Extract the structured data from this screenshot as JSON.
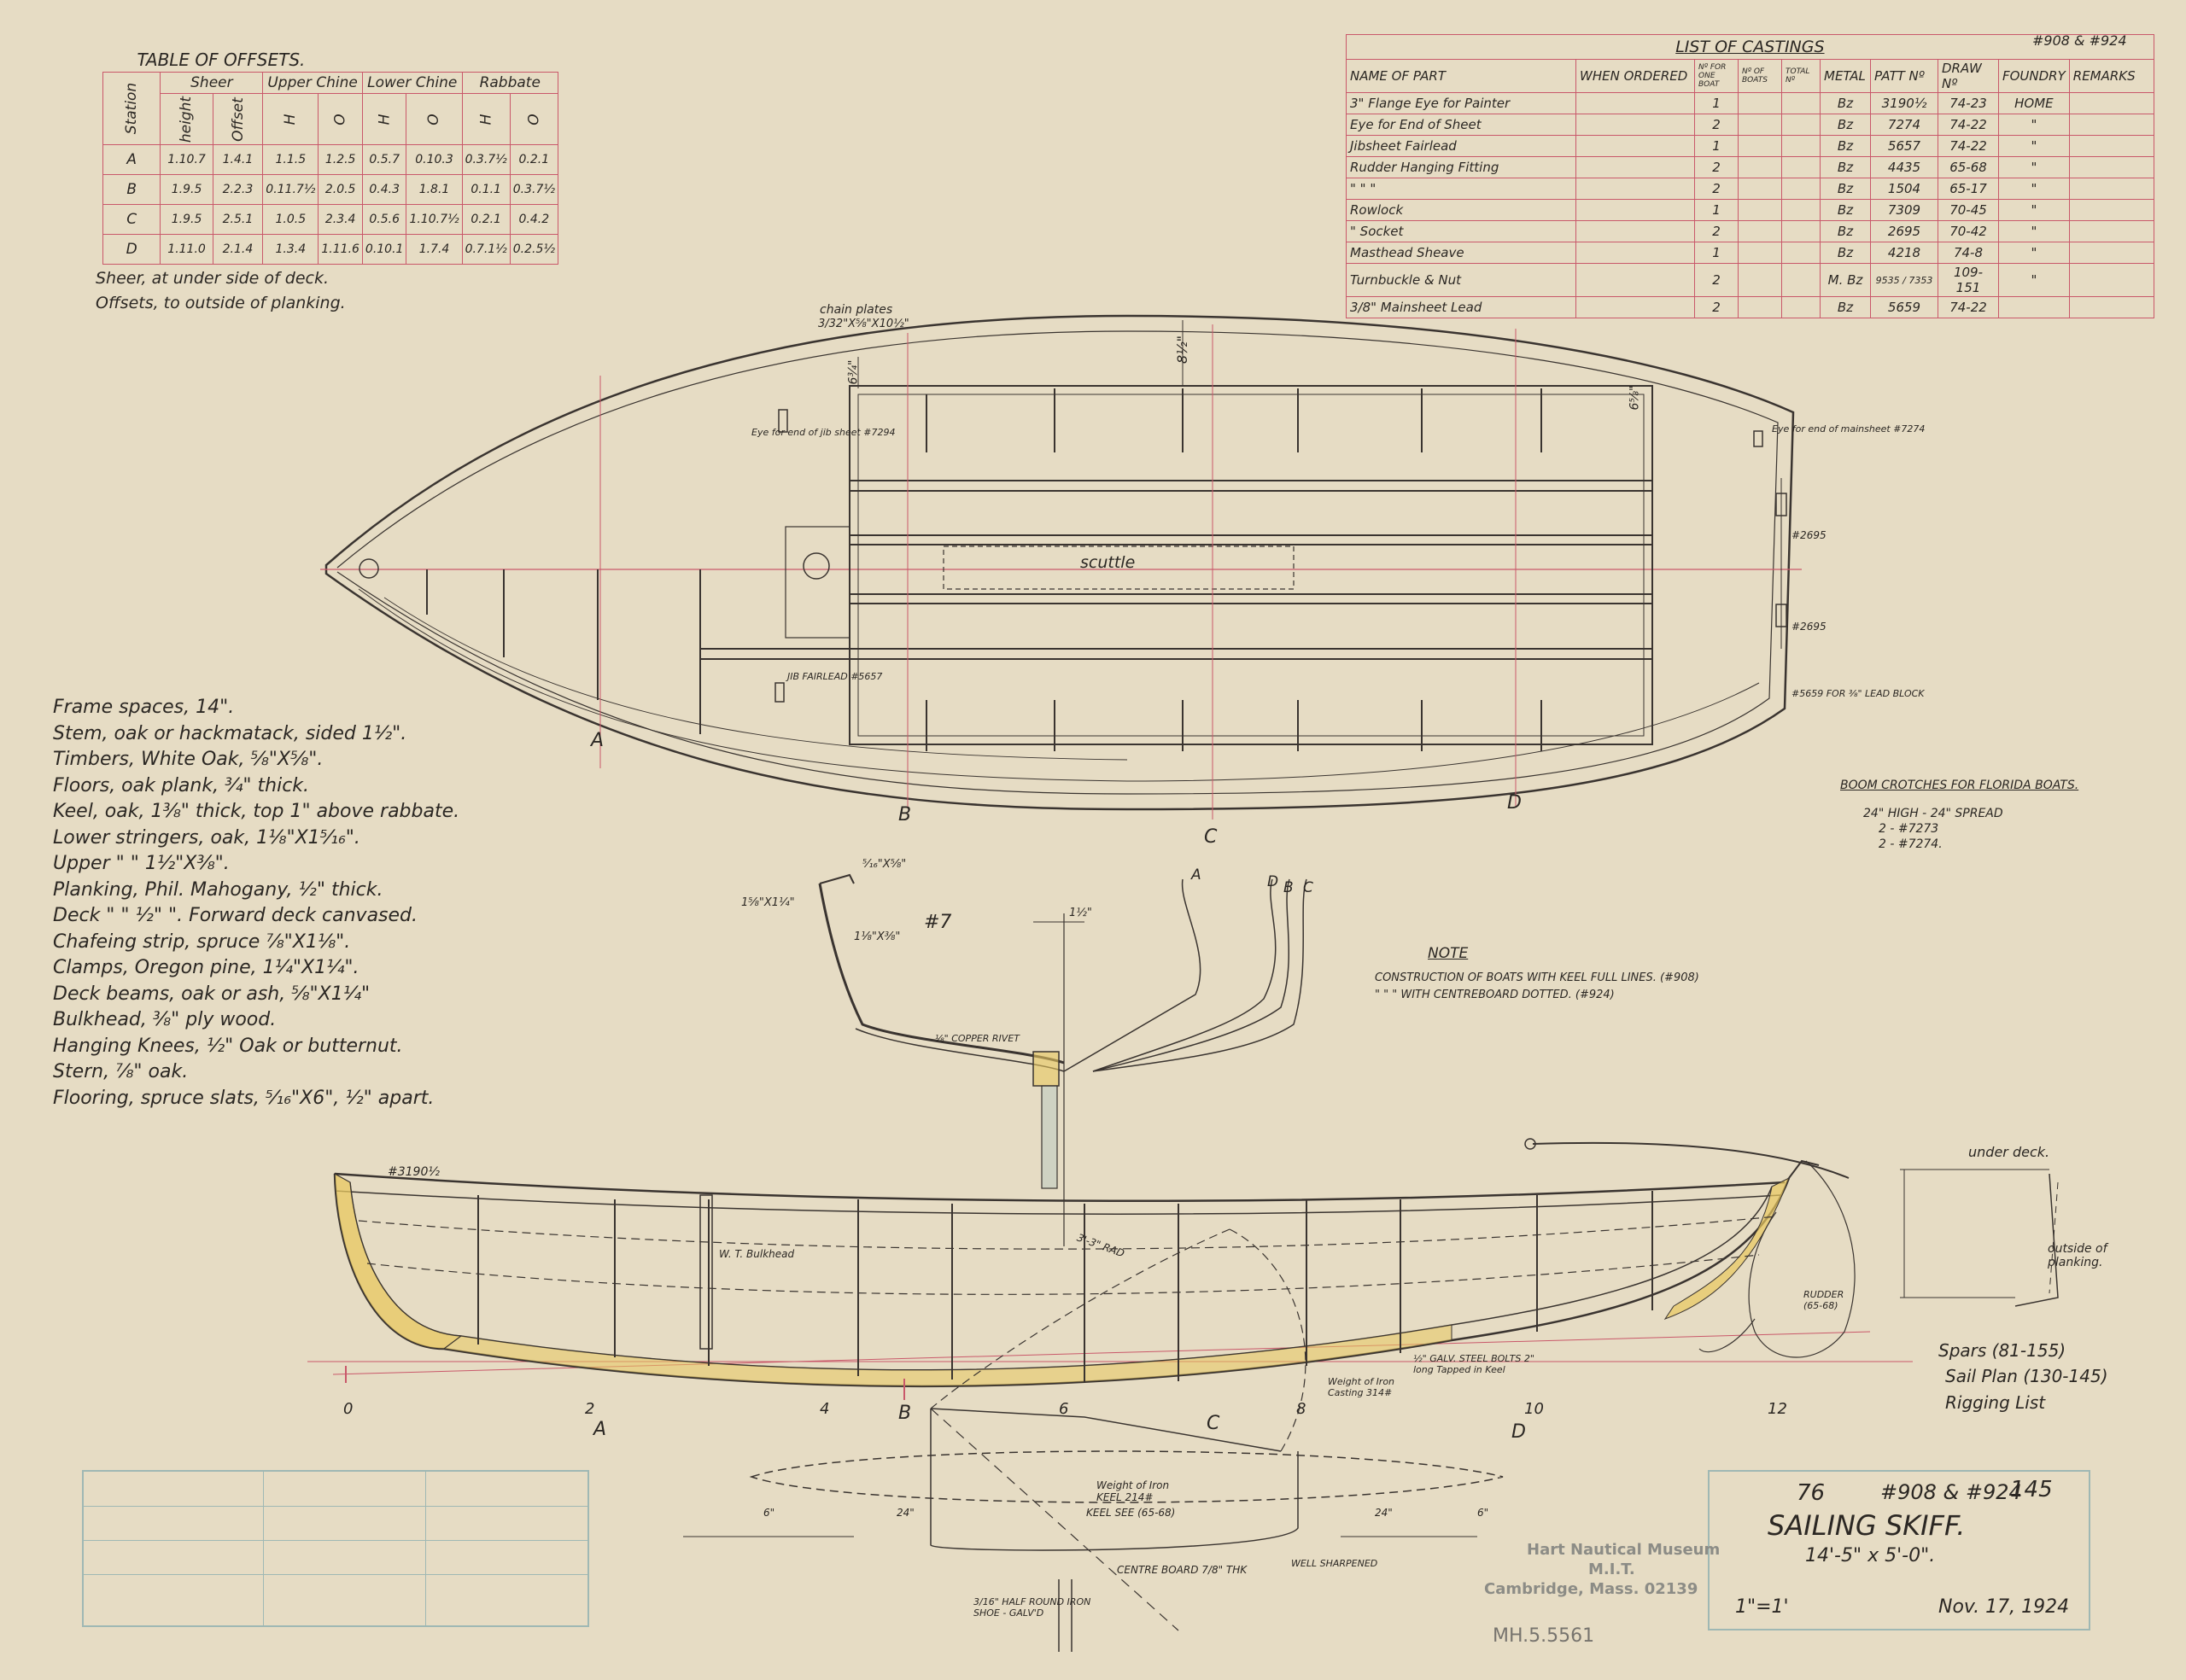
{
  "offsets_table": {
    "title": "TABLE OF OFFSETS.",
    "headers": {
      "station": "Station",
      "sheer": "Sheer",
      "upper_chine": "Upper Chine",
      "lower_chine": "Lower Chine",
      "rabbate": "Rabbate",
      "height": "height",
      "offset": "Offset",
      "h": "H",
      "o": "O"
    },
    "rows": [
      {
        "station": "A",
        "cells": [
          "1.10.7",
          "1.4.1",
          "1.1.5",
          "1.2.5",
          "0.5.7",
          "0.10.3",
          "0.3.7½",
          "0.2.1"
        ]
      },
      {
        "station": "B",
        "cells": [
          "1.9.5",
          "2.2.3",
          "0.11.7½",
          "2.0.5",
          "0.4.3",
          "1.8.1",
          "0.1.1",
          "0.3.7½"
        ]
      },
      {
        "station": "C",
        "cells": [
          "1.9.5",
          "2.5.1",
          "1.0.5",
          "2.3.4",
          "0.5.6",
          "1.10.7½",
          "0.2.1",
          "0.4.2"
        ]
      },
      {
        "station": "D",
        "cells": [
          "1.11.0",
          "2.1.4",
          "1.3.4",
          "1.11.6",
          "0.10.1",
          "1.7.4",
          "0.7.1½",
          "0.2.5½"
        ]
      }
    ],
    "notes": [
      "Sheer, at under side of deck.",
      "Offsets, to outside of planking."
    ]
  },
  "castings_table": {
    "corner": "#908 & #924",
    "title": "LIST OF CASTINGS",
    "headers": [
      "NAME OF PART",
      "WHEN ORDERED",
      "Nº FOR ONE BOAT",
      "Nº OF BOATS",
      "TOTAL Nº",
      "METAL",
      "PATT Nº",
      "DRAW Nº",
      "FOUNDRY",
      "REMARKS"
    ],
    "rows": [
      [
        "3\" Flange Eye for Painter",
        "",
        "1",
        "",
        "",
        "Bz",
        "3190½",
        "74-23",
        "HOME",
        ""
      ],
      [
        "Eye for End of Sheet",
        "",
        "2",
        "",
        "",
        "Bz",
        "7274",
        "74-22",
        "\"",
        ""
      ],
      [
        "Jibsheet Fairlead",
        "",
        "1",
        "",
        "",
        "Bz",
        "5657",
        "74-22",
        "\"",
        ""
      ],
      [
        "Rudder Hanging Fitting",
        "",
        "2",
        "",
        "",
        "Bz",
        "4435",
        "65-68",
        "\"",
        ""
      ],
      [
        "\"   \"   \"",
        "",
        "2",
        "",
        "",
        "Bz",
        "1504",
        "65-17",
        "\"",
        ""
      ],
      [
        "Rowlock",
        "",
        "1",
        "",
        "",
        "Bz",
        "7309",
        "70-45",
        "\"",
        ""
      ],
      [
        "\"   Socket",
        "",
        "2",
        "",
        "",
        "Bz",
        "2695",
        "70-42",
        "\"",
        ""
      ],
      [
        "Masthead Sheave",
        "",
        "1",
        "",
        "",
        "Bz",
        "4218",
        "74-8",
        "\"",
        ""
      ],
      [
        "Turnbuckle & Nut",
        "",
        "2",
        "",
        "",
        "M. Bz",
        "9535 / 7353",
        "109-151",
        "\"",
        ""
      ],
      [
        "3/8\" Mainsheet Lead",
        "",
        "2",
        "",
        "",
        "Bz",
        "5659",
        "74-22",
        "",
        ""
      ]
    ]
  },
  "specs": [
    "Frame spaces, 14\".",
    "Stem, oak or hackmatack, sided 1½\".",
    "Timbers, White Oak, ⅝\"X⅝\".",
    "Floors, oak plank, ¾\" thick.",
    "Keel, oak, 1⅜\" thick, top 1\" above rabbate.",
    "Lower stringers, oak, 1⅛\"X1⁵⁄₁₆\".",
    "Upper \" \" 1½\"X⅜\".",
    "Planking, Phil. Mahogany, ½\" thick.",
    "Deck \" \" ½\" \". Forward deck canvased.",
    "Chafeing strip, spruce ⅞\"X1⅛\".",
    "Clamps, Oregon pine, 1¼\"X1¼\".",
    "Deck beams, oak or ash, ⅝\"X1¼\"",
    "Bulkhead, ⅜\" ply wood.",
    "Hanging Knees, ½\" Oak or butternut.",
    "Stern, ⅞\" oak.",
    "Flooring, spruce slats, ⁵⁄₁₆\"X6\", ½\" apart."
  ],
  "plan_view": {
    "scuttle": "scuttle",
    "chain_plates": "chain plates",
    "chain_plates_size": "3/32\"X⅝\"X10½\"",
    "eye_jib": "Eye for end of jib sheet #7294",
    "jib_fairlead": "JIB FAIRLEAD #5657",
    "eye_main": "Eye for end of mainsheet #7274",
    "socket_1": "#2695",
    "socket_2": "#2695",
    "lead_block": "#5659 FOR ⅜\" LEAD BLOCK",
    "station_A": "A",
    "station_B": "B",
    "station_C": "C",
    "station_D": "D",
    "dim_beam": "8½\"",
    "dim_fwd": "6¾\"",
    "dim_aft": "6⅝\""
  },
  "boom_crotches": {
    "title": "BOOM CROTCHES FOR FLORIDA BOATS.",
    "line1": "24\" HIGH - 24\" SPREAD",
    "line2": "2 - #7273",
    "line3": "2 - #7274."
  },
  "section": {
    "number": "#7",
    "dim1": "1⅝\"X1¼\"",
    "dim2": "⁵⁄₁₆\"X⅝\"",
    "dim3": "1⅛\"X⅜\"",
    "copper_rivet": "⅛\" COPPER RIVET",
    "dim_keel": "1½\"",
    "body_A": "A",
    "body_B": "B",
    "body_C": "C",
    "body_D": "D"
  },
  "note": {
    "title": "NOTE",
    "line1": "CONSTRUCTION OF BOATS WITH KEEL FULL LINES. (#908)",
    "line2": "\" \" \" WITH CENTREBOARD DOTTED. (#924)"
  },
  "profile": {
    "flange_eye": "#3190½",
    "wt_bulkhead": "W. T. Bulkhead",
    "stations": [
      "0",
      "2",
      "4",
      "6",
      "8",
      "10",
      "12"
    ],
    "station_letters": [
      "A",
      "B",
      "C",
      "D"
    ],
    "galv_bolts": "½\" GALV. STEEL BOLTS 2\" long Tapped in Keel",
    "weight_iron": "Weight of Iron Casting 314#",
    "rudder": "RUDDER (65-68)",
    "keel_weight": "Weight of Iron KEEL 214#",
    "keel_see": "KEEL SEE (65-68)",
    "centre_board": "CENTRE BOARD 7/8\" THK",
    "well_sharpened": "WELL SHARPENED",
    "iron_shoe": "3/16\" HALF ROUND IRON SHOE - GALV'D",
    "under_deck": "under deck.",
    "outside_planking": "outside of planking.",
    "dim_rake": "3'-3\" RAD",
    "dim_6": "6\"",
    "dim_24a": "24\"",
    "dim_24b": "24\"",
    "dim_6b": "6\""
  },
  "references": {
    "spars": "Spars (81-155)",
    "sail_plan": "Sail Plan (130-145)",
    "rigging": "Rigging List"
  },
  "title_block": {
    "drawer_no": "76",
    "boat_numbers": "#908 & #924",
    "sheet_no": "145",
    "title": "SAILING SKIFF.",
    "dimensions": "14'-5\" x 5'-0\".",
    "scale": "1\"=1'",
    "date": "Nov. 17, 1924"
  },
  "museum_stamp": {
    "line1": "Hart Nautical Museum",
    "line2": "M.I.T.",
    "line3": "Cambridge, Mass. 02139"
  },
  "catalog_number": "MH.5.5561",
  "colors": {
    "paper": "#e6dcc4",
    "ink": "#2b2723",
    "red_rule": "#c9586a",
    "yellow_wash": "#e8c860",
    "stamp_blue": "#9fb8b4"
  }
}
